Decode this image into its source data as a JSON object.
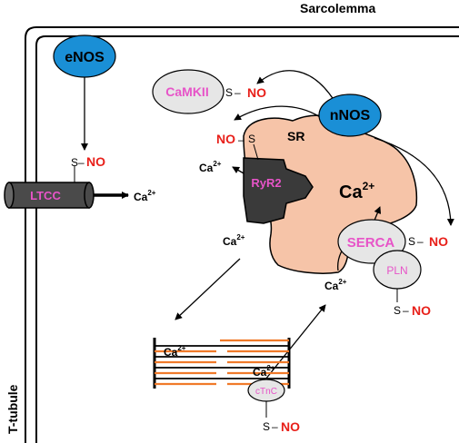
{
  "labels": {
    "sarcolemma": "Sarcolemma",
    "t_tubule": "T-tubule",
    "sr": "SR",
    "enos": "eNOS",
    "nnos": "nNOS",
    "camkii": "CaMKII",
    "ryr2": "RyR2",
    "ltcc": "LTCC",
    "serca": "SERCA",
    "pln": "PLN",
    "ctnc": "cTnC"
  },
  "snitrosylation": {
    "s": "S",
    "no": "NO",
    "dash": "–"
  },
  "calcium": {
    "base": "Ca",
    "charge": "2+"
  },
  "colors": {
    "enzyme_blue": "#1a8fd6",
    "sr_fill": "#f6c4a8",
    "protein_fill": "#e6e6e6",
    "label_pink": "#e754c8",
    "no_red": "#e8201a",
    "ryr2_fill": "#3a3a3a",
    "ltcc_fill": "#4a4a4a",
    "actin_orange": "#f07a2a"
  }
}
